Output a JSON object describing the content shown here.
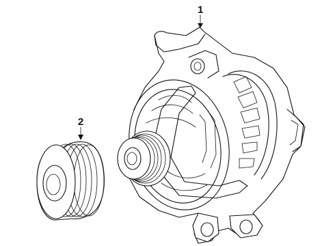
{
  "diagram": {
    "callouts": [
      {
        "number": "1",
        "part": "alternator"
      },
      {
        "number": "2",
        "part": "pulley"
      }
    ]
  }
}
